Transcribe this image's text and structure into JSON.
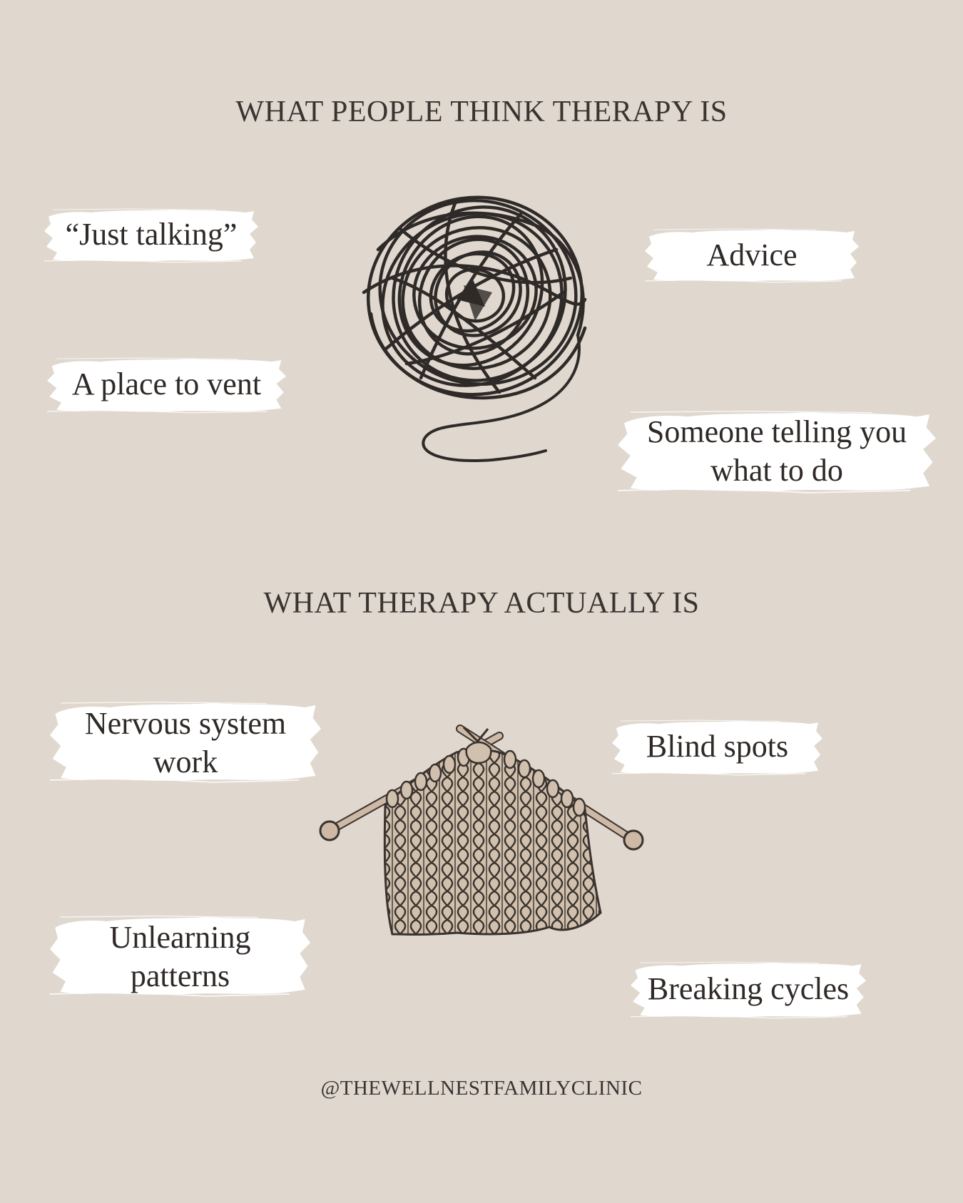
{
  "top": {
    "title": "WHAT PEOPLE THINK THERAPY IS",
    "tags": [
      "“Just talking”",
      "Advice",
      "A place to vent",
      "Someone telling you",
      "what to do"
    ]
  },
  "bottom": {
    "title": "WHAT THERAPY ACTUALLY IS",
    "tags": [
      "Nervous system",
      "work",
      "Blind spots",
      "Unlearning",
      "patterns",
      "Breaking cycles"
    ]
  },
  "footer": {
    "handle": "@THEWELLNESTFAMILYCLINIC"
  },
  "icons": {
    "top": "tangled-yarn-icon",
    "bottom": "knitting-needles-icon"
  },
  "colors": {
    "background": "#e0d8cf",
    "text": "#2f2a27",
    "brush": "#ffffff",
    "yarn": "#d1c0ae"
  }
}
